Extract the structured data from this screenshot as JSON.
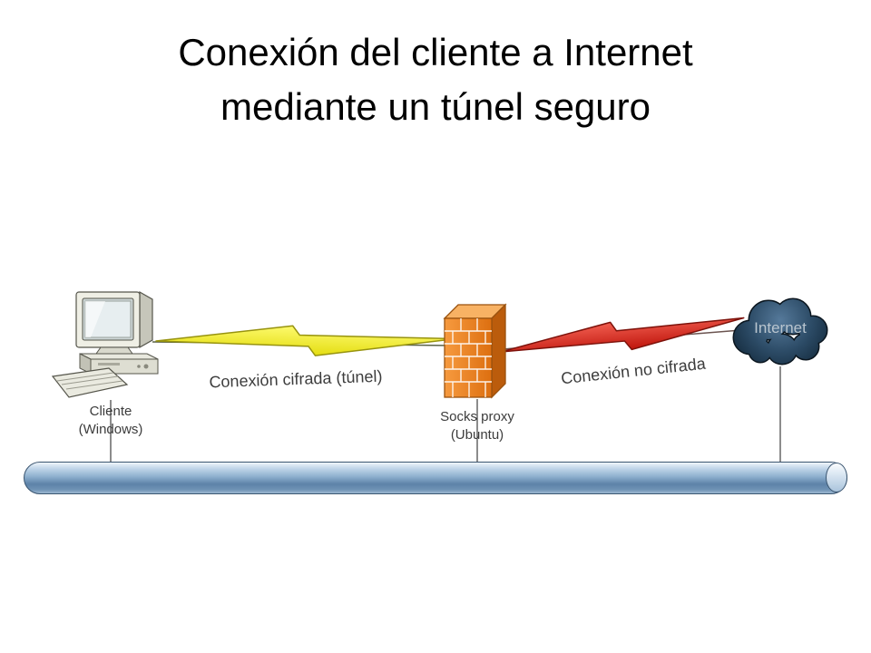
{
  "slide": {
    "background": "#ffffff",
    "title": {
      "line1": "Conexión del cliente a Internet",
      "line2": "mediante un túnel seguro",
      "color": "#000000"
    }
  },
  "nodes": {
    "client": {
      "icon": "desktop-computer-icon",
      "label_line1": "Cliente",
      "label_line2": "(Windows)"
    },
    "proxy": {
      "icon": "firewall-brick-wall-icon",
      "label_line1": "Socks proxy",
      "label_line2": "(Ubuntu)",
      "color": "#e87d1e"
    },
    "internet": {
      "icon": "cloud-icon",
      "label": "Internet",
      "color": "#22374a"
    }
  },
  "connections": {
    "encrypted": {
      "label": "Conexión cifrada (túnel)",
      "shape": "lightning-bolt",
      "color": "#f0e822"
    },
    "unencrypted": {
      "label": "Conexión no cifrada",
      "shape": "lightning-bolt",
      "color": "#df2d22"
    }
  },
  "network_bus": {
    "shape": "horizontal-pipe",
    "color": "#7c9fc4"
  }
}
